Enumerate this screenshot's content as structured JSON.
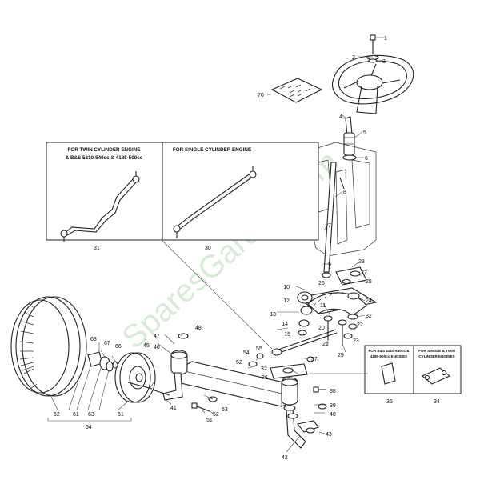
{
  "watermark": "SparesGarden.com",
  "inset_left": {
    "twin_title_1": "FOR TWIN CYLINDER ENGINE",
    "twin_title_2": "& B&S 5210-540cc & 4185-500cc",
    "single_title": "FOR SINGLE CYLINDER ENGINE",
    "twin_part": "31",
    "single_part": "30"
  },
  "inset_right": {
    "left_title_1": "FOR B&S 5210-540cc &",
    "left_title_2": "4185-500cc ENGINES",
    "right_title_1": "FOR SINGLE & TWIN",
    "right_title_2": "CYLINDER ENGINES",
    "left_part": "35",
    "right_part": "34"
  },
  "callouts": {
    "c1": "1",
    "c2": "2",
    "c3": "3",
    "c4": "4",
    "c5": "5",
    "c6": "6",
    "c7": "7",
    "c8": "8",
    "c9": "9",
    "c10": "10",
    "c11": "11",
    "c12": "12",
    "c13": "13",
    "c14": "14",
    "c15": "15",
    "c20": "20",
    "c21": "21",
    "c22": "22",
    "c23": "23",
    "c24": "24",
    "c25": "25",
    "c26": "26",
    "c27": "27",
    "c28": "28",
    "c29": "29",
    "c32a": "32",
    "c32b": "32",
    "c36": "36",
    "c37": "37",
    "c38": "38",
    "c39": "39",
    "c40": "40",
    "c41": "41",
    "c42": "42",
    "c43": "43",
    "c45": "45",
    "c46": "46",
    "c47": "47",
    "c48": "48",
    "c51": "51",
    "c52a": "52",
    "c52b": "52",
    "c53": "53",
    "c54": "54",
    "c55": "55",
    "c61a": "61",
    "c61b": "61",
    "c62": "62",
    "c63": "63",
    "c64": "64",
    "c66": "66",
    "c67": "67",
    "c68": "68",
    "c70": "70"
  },
  "colors": {
    "line": "#222222",
    "watermark": "#b9dcb6"
  }
}
